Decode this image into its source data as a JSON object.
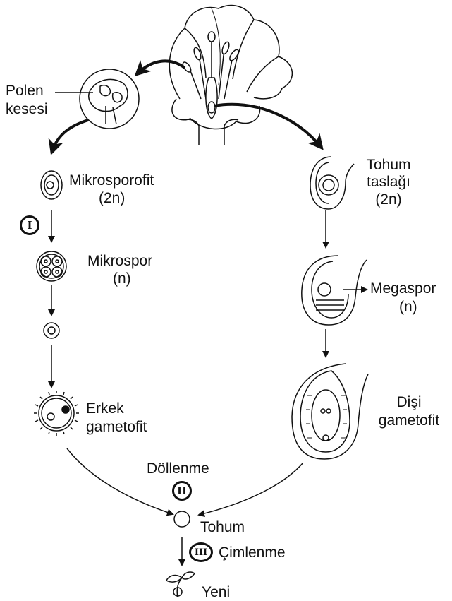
{
  "labels": {
    "polen_kesesi_1": "Polen",
    "polen_kesesi_2": "kesesi",
    "mikrosporofit": "Mikrosporofit",
    "mikrosporofit_ploidy": "(2n)",
    "mikrospor": "Mikrospor",
    "mikrospor_ploidy": "(n)",
    "erkek_gametofit_1": "Erkek",
    "erkek_gametofit_2": "gametofit",
    "tohum_taslagi_1": "Tohum",
    "tohum_taslagi_2": "taslağı",
    "tohum_taslagi_ploidy": "(2n)",
    "megaspor": "Megaspor",
    "megaspor_ploidy": "(n)",
    "disi_gametofit_1": "Dişi",
    "disi_gametofit_2": "gametofit",
    "dollenme": "Döllenme",
    "tohum": "Tohum",
    "cimlenme": "Çimlenme",
    "yeni": "Yeni"
  },
  "steps": {
    "one": "I",
    "two": "II",
    "three": "III"
  },
  "colors": {
    "ink": "#111111",
    "background": "#ffffff"
  }
}
